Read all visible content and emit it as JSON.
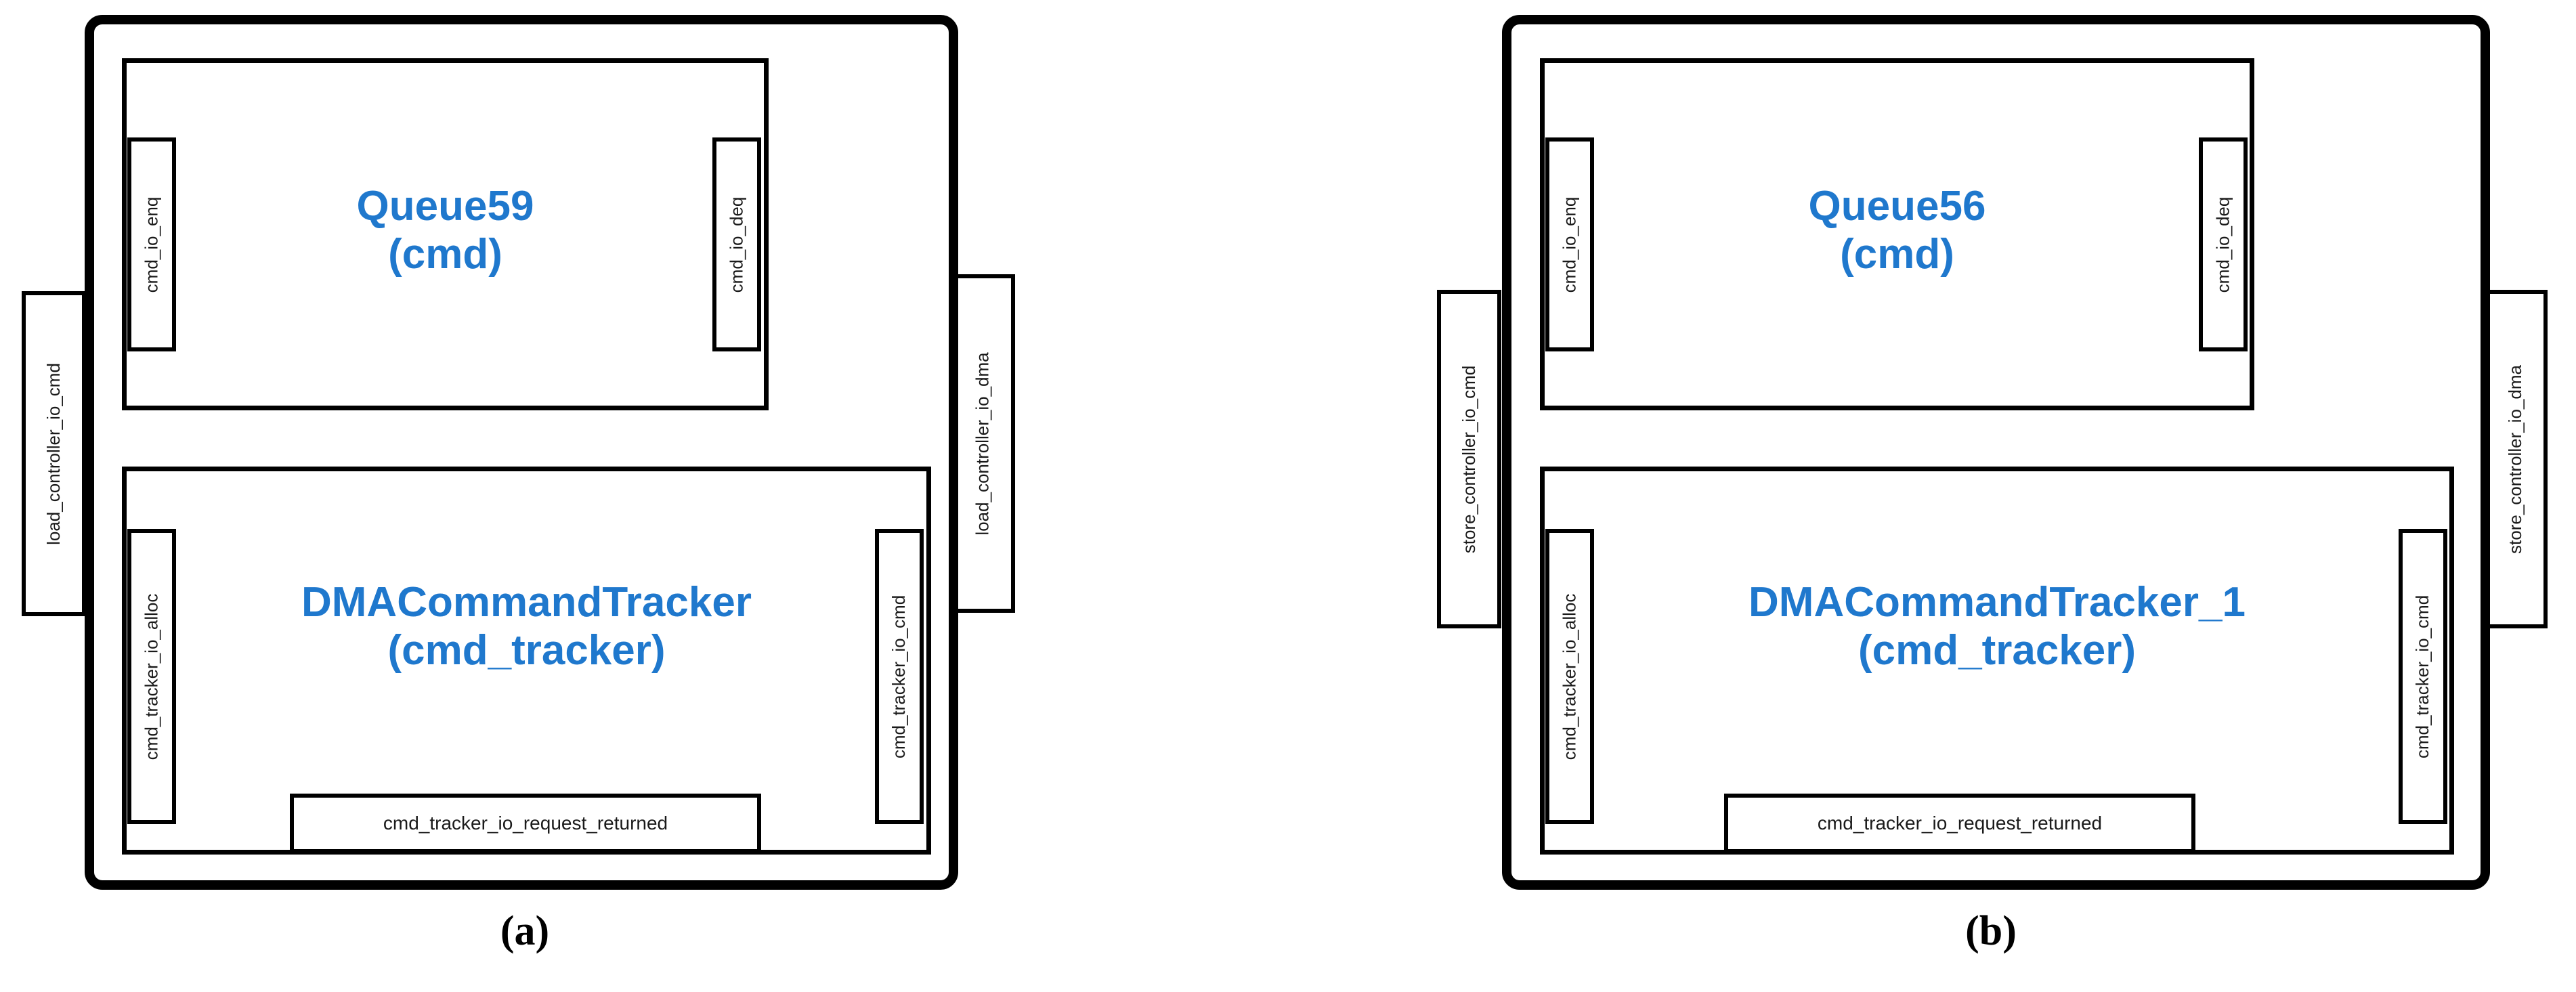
{
  "figure": {
    "accent_color": "#1f78cd",
    "line_color": "#000000",
    "background": "#ffffff",
    "panels": [
      {
        "caption": "(a)",
        "modules": [
          {
            "name": "Queue59",
            "instance": "(cmd)",
            "ports": [
              {
                "label": "cmd_io_enq",
                "side": "left"
              },
              {
                "label": "cmd_io_deq",
                "side": "right"
              }
            ]
          },
          {
            "name": "DMACommandTracker",
            "instance": "(cmd_tracker)",
            "ports": [
              {
                "label": "cmd_tracker_io_alloc",
                "side": "left"
              },
              {
                "label": "cmd_tracker_io_cmd",
                "side": "right"
              },
              {
                "label": "cmd_tracker_io_request_returned",
                "side": "bottom"
              }
            ]
          }
        ],
        "external_ports": [
          {
            "label": "load_controller_io_cmd",
            "side": "left"
          },
          {
            "label": "load_controller_io_dma",
            "side": "right"
          }
        ]
      },
      {
        "caption": "(b)",
        "modules": [
          {
            "name": "Queue56",
            "instance": "(cmd)",
            "ports": [
              {
                "label": "cmd_io_enq",
                "side": "left"
              },
              {
                "label": "cmd_io_deq",
                "side": "right"
              }
            ]
          },
          {
            "name": "DMACommandTracker_1",
            "instance": "(cmd_tracker)",
            "ports": [
              {
                "label": "cmd_tracker_io_alloc",
                "side": "left"
              },
              {
                "label": "cmd_tracker_io_cmd",
                "side": "right"
              },
              {
                "label": "cmd_tracker_io_request_returned",
                "side": "bottom"
              }
            ]
          }
        ],
        "external_ports": [
          {
            "label": "store_controller_io_cmd",
            "side": "left"
          },
          {
            "label": "store_controller_io_dma",
            "side": "right"
          }
        ]
      }
    ]
  }
}
